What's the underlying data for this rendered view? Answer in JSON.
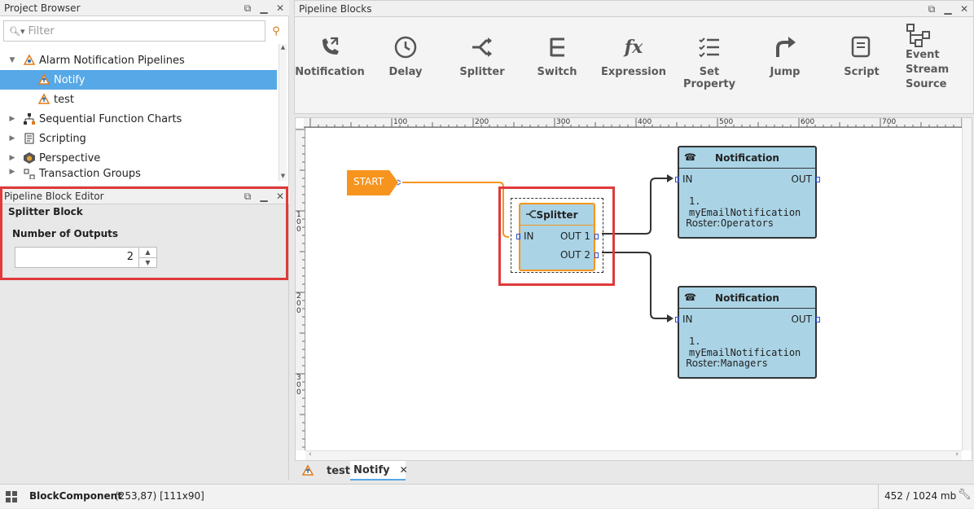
{
  "project_browser": {
    "title": "Project Browser",
    "filter_placeholder": "Filter",
    "items": [
      {
        "label": "Alarm Notification Pipelines",
        "icon": "alarm-pipeline-icon"
      },
      {
        "label": "Notify",
        "icon": "pipeline-icon"
      },
      {
        "label": "test",
        "icon": "pipeline-icon"
      },
      {
        "label": "Sequential Function Charts",
        "icon": "sfc-icon"
      },
      {
        "label": "Scripting",
        "icon": "script-icon"
      },
      {
        "label": "Perspective",
        "icon": "perspective-icon"
      },
      {
        "label": "Transaction Groups",
        "icon": "transaction-icon"
      }
    ]
  },
  "block_editor": {
    "title": "Pipeline Block Editor",
    "group_title": "Splitter Block",
    "field_label": "Number of Outputs",
    "field_value": "2"
  },
  "pipeline_blocks": {
    "title": "Pipeline Blocks",
    "tools": [
      "Notification",
      "Delay",
      "Splitter",
      "Switch",
      "Expression",
      "Set Property",
      "Jump",
      "Script"
    ],
    "event_stream": [
      "Event",
      "Stream",
      "Source"
    ]
  },
  "ruler": {
    "top": [
      "100",
      "200",
      "300",
      "400",
      "500",
      "600",
      "700",
      "8"
    ],
    "left": [
      "1\n0\n0",
      "2\n0\n0",
      "3\n0\n0"
    ]
  },
  "canvas": {
    "start_label": "START",
    "splitter": {
      "title": "Splitter",
      "in": "IN",
      "out1": "OUT 1",
      "out2": "OUT 2"
    },
    "notif1": {
      "title": "Notification",
      "in": "IN",
      "out": "OUT",
      "item": "1. myEmailNotification",
      "roster_label": "Roster:",
      "roster": "Operators"
    },
    "notif2": {
      "title": "Notification",
      "in": "IN",
      "out": "OUT",
      "item": "1. myEmailNotification",
      "roster_label": "Roster:",
      "roster": "Managers"
    }
  },
  "tabs": {
    "items": [
      "test",
      "Notify"
    ],
    "close": "✕"
  },
  "status": {
    "component": "BlockComponent",
    "coords": "(253,87) [111x90]",
    "memory": "452 / 1024 mb"
  },
  "colors": {
    "accent_red": "#e03a3a",
    "start": "#f7941d",
    "block": "#aad4e6",
    "selected": "#57a8e6"
  }
}
